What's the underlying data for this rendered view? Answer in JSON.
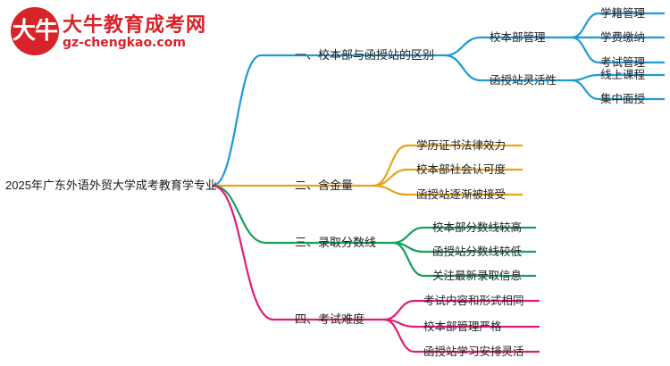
{
  "logo": {
    "mark_text": "大牛",
    "title": "大牛教育成考网",
    "subtitle": "gz-chengkao.com"
  },
  "mindmap": {
    "root": "2025年广东外语外贸大学成考教育学专业",
    "branches": [
      {
        "label": "一、校本部与函授站的区别",
        "color": "#1e9ad6",
        "children": [
          {
            "label": "校本部管理",
            "children": [
              "学籍管理",
              "学费缴纳",
              "考试管理"
            ]
          },
          {
            "label": "函授站灵活性",
            "children": [
              "线上课程",
              "集中面授"
            ]
          }
        ]
      },
      {
        "label": "二、含金量",
        "color": "#e8a317",
        "children": [
          {
            "label": "学历证书法律效力",
            "children": []
          },
          {
            "label": "校本部社会认可度",
            "children": []
          },
          {
            "label": "函授站逐渐被接受",
            "children": []
          }
        ]
      },
      {
        "label": "三、录取分数线",
        "color": "#13a05c",
        "children": [
          {
            "label": "校本部分数线较高",
            "children": []
          },
          {
            "label": "函授站分数线较低",
            "children": []
          },
          {
            "label": "关注最新录取信息",
            "children": []
          }
        ]
      },
      {
        "label": "四、考试难度",
        "color": "#e31c79",
        "children": [
          {
            "label": "考试内容和形式相同",
            "children": []
          },
          {
            "label": "校本部管理严格",
            "children": []
          },
          {
            "label": "函授站学习安排灵活",
            "children": []
          }
        ]
      }
    ]
  }
}
